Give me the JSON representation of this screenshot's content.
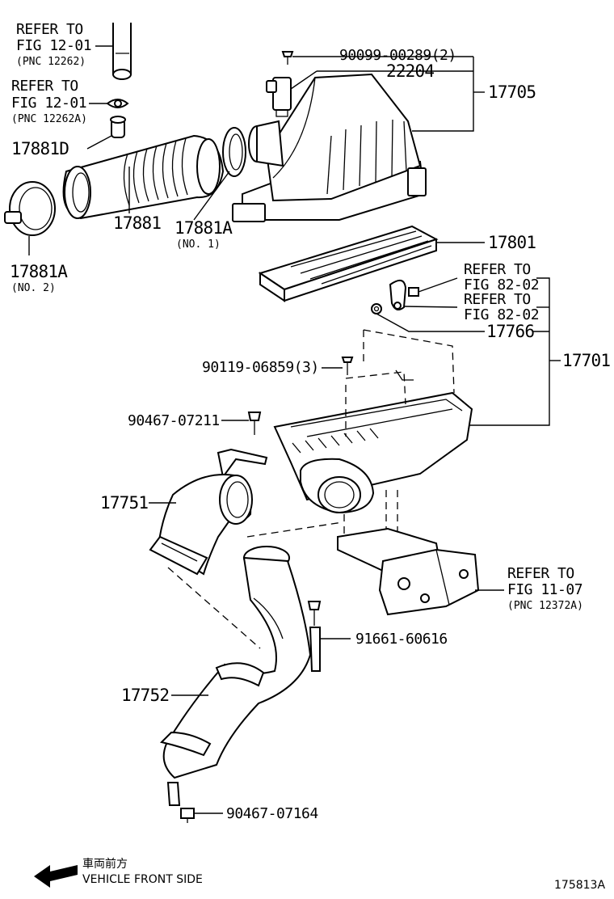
{
  "callouts": {
    "ref_fig_12_01_a": {
      "line1": "REFER TO",
      "line2": "FIG 12-01",
      "line3": "(PNC 12262)"
    },
    "ref_fig_12_01_b": {
      "line1": "REFER TO",
      "line2": "FIG 12-01",
      "line3": "(PNC 12262A)"
    },
    "ref_fig_82_02_a": {
      "line1": "REFER TO",
      "line2": "FIG 82-02"
    },
    "ref_fig_82_02_b": {
      "line1": "REFER TO",
      "line2": "FIG 82-02"
    },
    "ref_fig_11_07": {
      "line1": "REFER TO",
      "line2": "FIG 11-07",
      "line3": "(PNC 12372A)"
    }
  },
  "parts": {
    "p90099": "90099-00289(2)",
    "p22204": "22204",
    "p17705": "17705",
    "p17881D": "17881D",
    "p17881": "17881",
    "p17881A_1": "17881A",
    "p17881A_1_note": "(NO. 1)",
    "p17881A_2": "17881A",
    "p17881A_2_note": "(NO. 2)",
    "p17801": "17801",
    "p17766": "17766",
    "p17701": "17701",
    "p90119": "90119-06859(3)",
    "p90467_07211": "90467-07211",
    "p17751": "17751",
    "p91661": "91661-60616",
    "p17752": "17752",
    "p90467_07164": "90467-07164"
  },
  "footer": {
    "direction_jp": "車両前方",
    "direction_en": "VEHICLE FRONT SIDE",
    "figure_id": "175813A"
  }
}
